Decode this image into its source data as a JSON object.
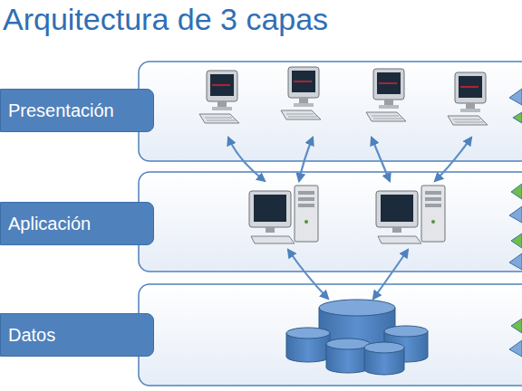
{
  "diagram": {
    "title": "Arquitectura de 3 capas",
    "nodes": [
      {
        "text": [
          "Presentación"
        ]
      },
      {
        "text": [
          "Aplicación"
        ]
      },
      {
        "text": [
          "Datos"
        ]
      }
    ]
  }
}
